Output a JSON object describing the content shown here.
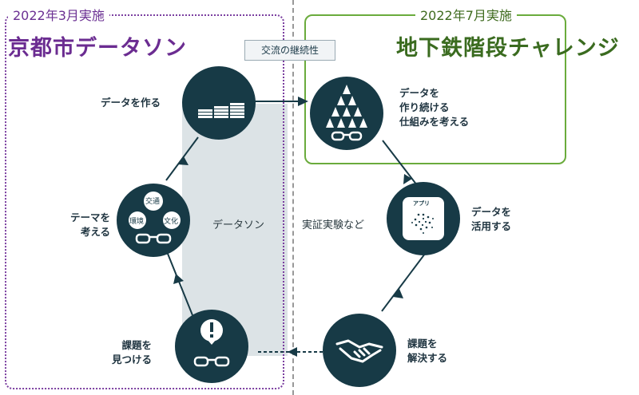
{
  "left_section": {
    "date": "2022年3月実施",
    "title": "京都市データソン"
  },
  "right_section": {
    "date": "2022年7月実施",
    "title": "地下鉄階段チャレンジ"
  },
  "continuity_label": "交流の継続性",
  "center_labels": {
    "datathon": "データソン",
    "experiments": "実証実験など"
  },
  "steps": {
    "create_data": "データを作る",
    "think_theme": [
      "テーマを",
      "考える"
    ],
    "find_issues": [
      "課題を",
      "見つける"
    ],
    "keep_making": [
      "データを",
      "作り続ける",
      "仕組みを考える"
    ],
    "use_data": [
      "データを",
      "活用する"
    ],
    "solve_issues": [
      "課題を",
      "解決する"
    ]
  },
  "bubbles": {
    "traffic": "交通",
    "environment": "環境",
    "culture": "文化"
  },
  "app_label": "アプリ",
  "icons": [
    "stacked-coins-icon",
    "glasses-icon",
    "thought-bubbles-icon",
    "exclamation-icon",
    "triangle-pyramid-icon",
    "app-dots-icon",
    "handshake-icon"
  ],
  "colors": {
    "circle": "#173a46",
    "left_accent": "#6b2c91",
    "right_accent": "#3a6b1f",
    "left_border": "#7b3fa0",
    "right_border": "#6aab3c",
    "shade": "#dce3e6"
  }
}
